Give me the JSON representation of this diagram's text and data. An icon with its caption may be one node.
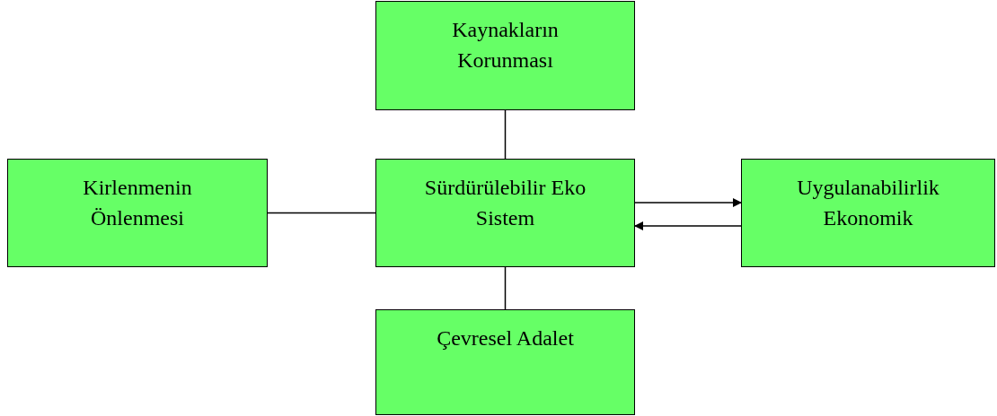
{
  "diagram": {
    "nodes": [
      {
        "text": [
          "Kaynakların Korunması"
        ]
      },
      {
        "text": [
          "Kirlenmenin Önlenmesi"
        ]
      },
      {
        "text": [
          "Sürdürülebilir Eko Sistem"
        ]
      },
      {
        "text": [
          "Uygulanabilirlik Ekonomik"
        ]
      },
      {
        "text": [
          "Çevresel Adalet"
        ]
      }
    ],
    "edges": [
      {
        "from": 0,
        "to": 2,
        "arrow": "none"
      },
      {
        "from": 1,
        "to": 2,
        "arrow": "none"
      },
      {
        "from": 2,
        "to": 3,
        "arrow": "to"
      },
      {
        "from": 3,
        "to": 2,
        "arrow": "to"
      },
      {
        "from": 2,
        "to": 4,
        "arrow": "none"
      }
    ]
  }
}
